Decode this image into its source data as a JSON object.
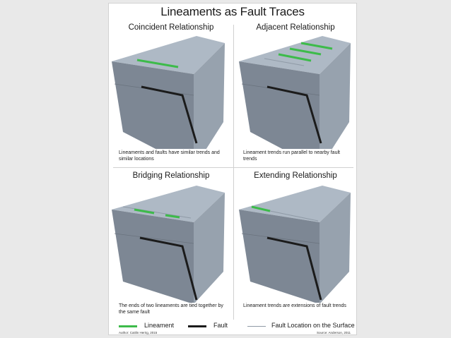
{
  "title": "Lineaments as Fault Traces",
  "panels": [
    {
      "title": "Coincident Relationship",
      "caption": "Lineaments and faults have similar trends and similar locations"
    },
    {
      "title": "Adjacent Relationship",
      "caption": "Lineament trends run parallel to nearby fault trends"
    },
    {
      "title": "Bridging Relationship",
      "caption": "The ends of two lineaments are tied together by the same fault"
    },
    {
      "title": "Extending Relationship",
      "caption": "Lineament trends are extensions of fault trends"
    }
  ],
  "legend": {
    "lineament": "Lineament",
    "fault": "Fault",
    "fault_surface": "Fault Location on the Surface"
  },
  "credits": {
    "author": "Author: Caitlin Herrig, 2015",
    "source": "Source: Anderson, 2011"
  },
  "colors": {
    "lineament": "#3dbb4a",
    "fault": "#1b1b1b",
    "fault_surface": "#8f9aa6",
    "block_top": "#aeb9c5",
    "block_front": "#7d8794",
    "block_side": "#97a2ae"
  }
}
